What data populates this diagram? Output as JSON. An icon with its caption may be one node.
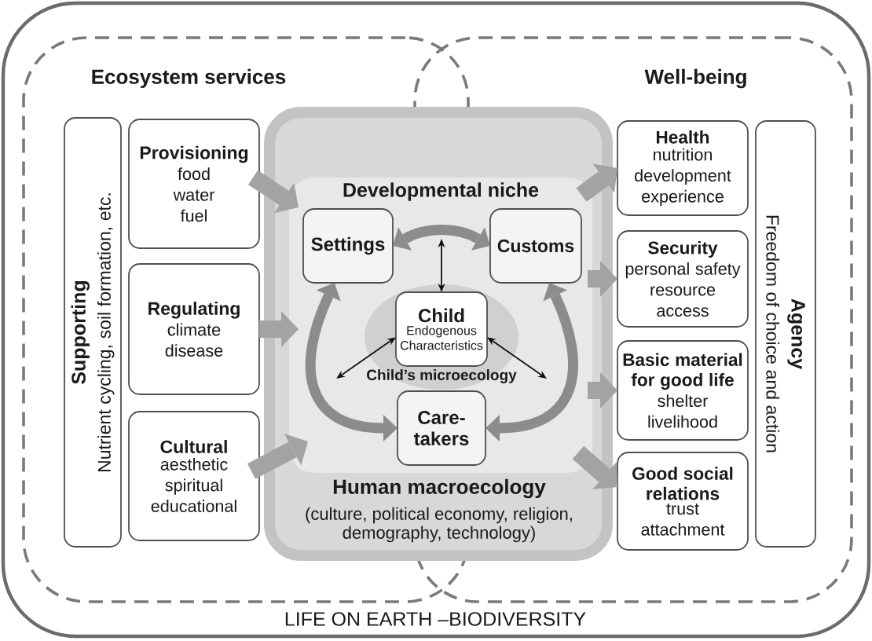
{
  "diagram": {
    "nodes": [
      {
        "text": [
          "LIFE ON EARTH –BIODIVERSITY"
        ]
      },
      {
        "text": [
          "Ecosystem services"
        ],
        "in": 0
      },
      {
        "text": [
          "Supporting",
          "Nutrient cycling, soil formation, etc."
        ],
        "in": 1
      },
      {
        "text": [
          "Provisioning",
          "food water fuel"
        ],
        "in": 1
      },
      {
        "text": [
          "Regulating",
          "climate disease"
        ],
        "in": 1
      },
      {
        "text": [
          "Cultural",
          "aesthetic spiritual educational"
        ],
        "in": 1
      },
      {
        "text": [
          "Well-being"
        ],
        "in": 0
      },
      {
        "text": [
          "Health",
          "nutrition development experience"
        ],
        "in": 6
      },
      {
        "text": [
          "Security",
          "personal safety resource access"
        ],
        "in": 6
      },
      {
        "text": [
          "Basic material for good life",
          "shelter livelihood"
        ],
        "in": 6
      },
      {
        "text": [
          "Good social relations",
          "trust attachment"
        ],
        "in": 6
      },
      {
        "text": [
          "Agency",
          "Freedom of choice and action"
        ],
        "in": 6
      },
      {
        "text": [
          "Human macroecology",
          "(culture, political economy, religion, demography, technology)"
        ],
        "in": 0
      },
      {
        "text": [
          "Developmental niche"
        ],
        "in": 12
      },
      {
        "text": [
          "Settings"
        ]
      },
      {
        "text": [
          "Customs"
        ]
      },
      {
        "text": [
          "Child’s microecology"
        ],
        "in": 13
      },
      {
        "text": [
          "Child",
          "Endogenous Characteristics"
        ],
        "in": 16
      },
      {
        "text": [
          "Care- takers"
        ],
        "in": 13
      }
    ],
    "edges": [
      {
        "from": 3,
        "to": 12,
        "arrow": "to"
      },
      {
        "from": 4,
        "to": 12,
        "arrow": "to"
      },
      {
        "from": 5,
        "to": 12,
        "arrow": "to"
      },
      {
        "from": 12,
        "to": 7,
        "arrow": "to"
      },
      {
        "from": 12,
        "to": 8,
        "arrow": "to"
      },
      {
        "from": 12,
        "to": 9,
        "arrow": "to"
      },
      {
        "from": 12,
        "to": 10,
        "arrow": "to"
      },
      {
        "from": 14,
        "to": 15,
        "arrow": "both"
      },
      {
        "from": 14,
        "to": 18,
        "arrow": "both"
      },
      {
        "from": 15,
        "to": 18,
        "arrow": "both"
      },
      {
        "from": 17,
        "to": null,
        "arrow": "both",
        "color": "#111111"
      },
      {
        "from": 17,
        "to": null,
        "arrow": "both",
        "color": "#111111"
      },
      {
        "from": 17,
        "to": null,
        "arrow": "both",
        "color": "#111111"
      }
    ]
  }
}
